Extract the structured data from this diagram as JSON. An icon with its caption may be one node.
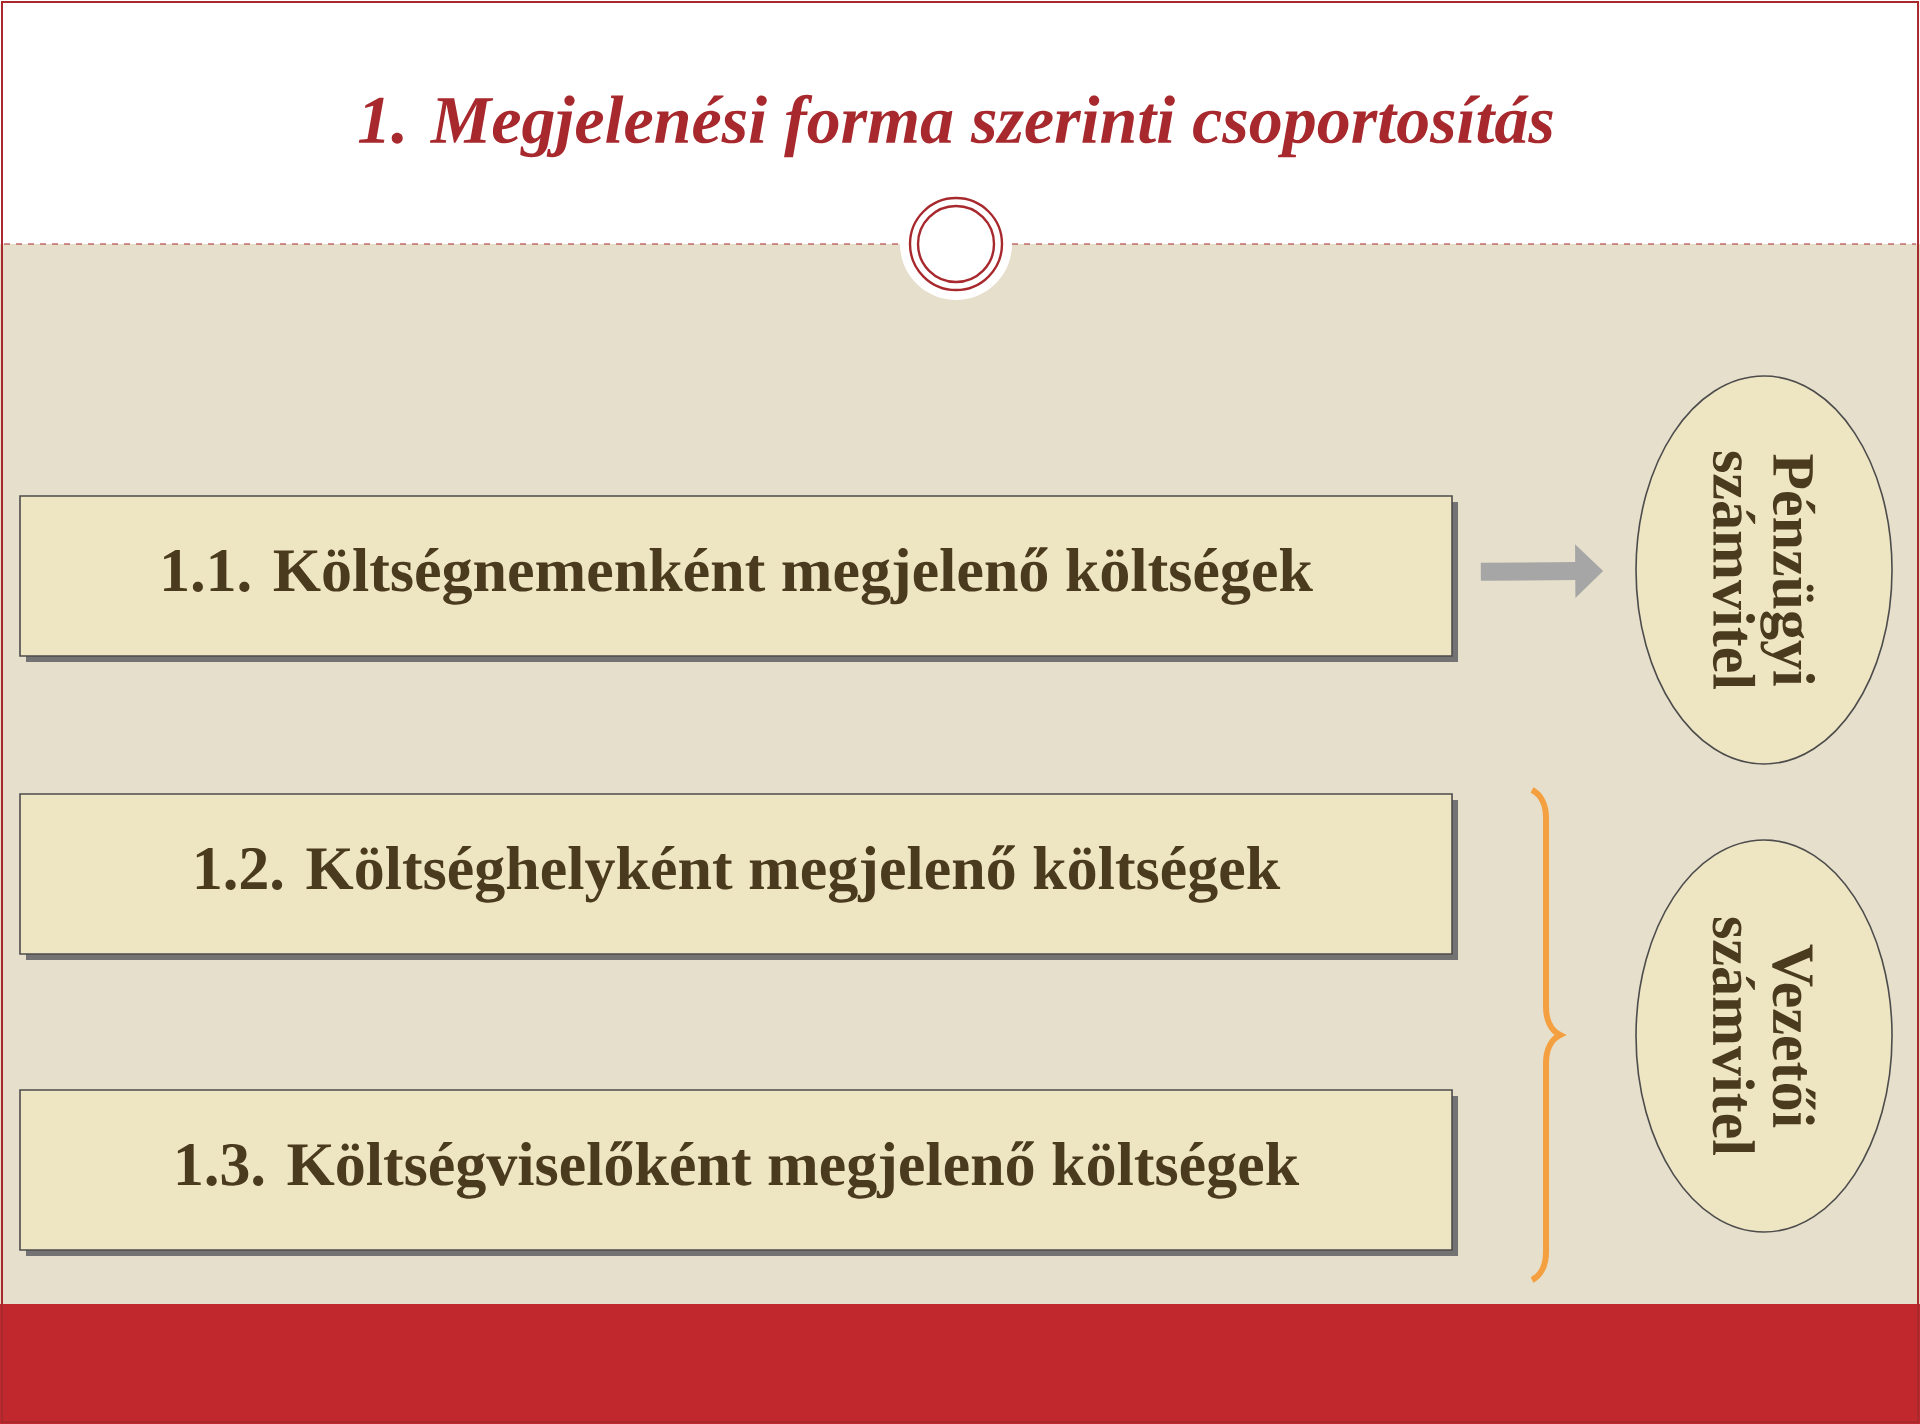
{
  "diagram": {
    "title": "1. Megjelenési forma szerinti csoportosítás",
    "nodes": [
      {
        "text": [
          "1.1. Költségnemenként megjelenő költségek"
        ]
      },
      {
        "text": [
          "1.2. Költséghelyként megjelenő költségek"
        ]
      },
      {
        "text": [
          "1.3. Költségviselőként megjelenő költségek"
        ]
      },
      {
        "text": [
          "Pénzügyi számvitel"
        ]
      },
      {
        "text": [
          "Vezetői számvitel"
        ]
      }
    ],
    "edges": [
      {
        "from": 0,
        "to": 3,
        "arrow": "to"
      }
    ]
  }
}
